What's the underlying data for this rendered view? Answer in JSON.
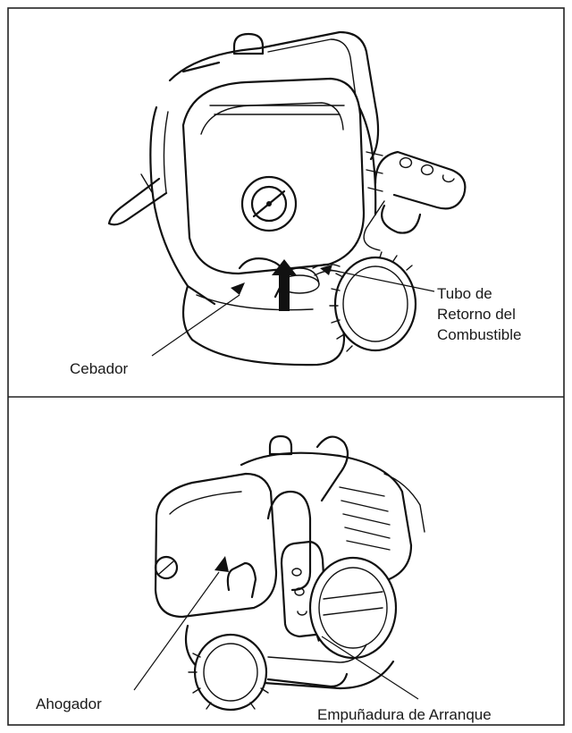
{
  "top_panel": {
    "labels": {
      "fuel_return_line_1": "Tubo de",
      "fuel_return_line_2": "Retorno del",
      "fuel_return_line_3": "Combustible",
      "primer": "Cebador"
    }
  },
  "bottom_panel": {
    "labels": {
      "choke": "Ahogador",
      "starter_grip": "Empuñadura de Arranque"
    }
  },
  "colors": {
    "line": "#111111",
    "background": "#ffffff"
  }
}
